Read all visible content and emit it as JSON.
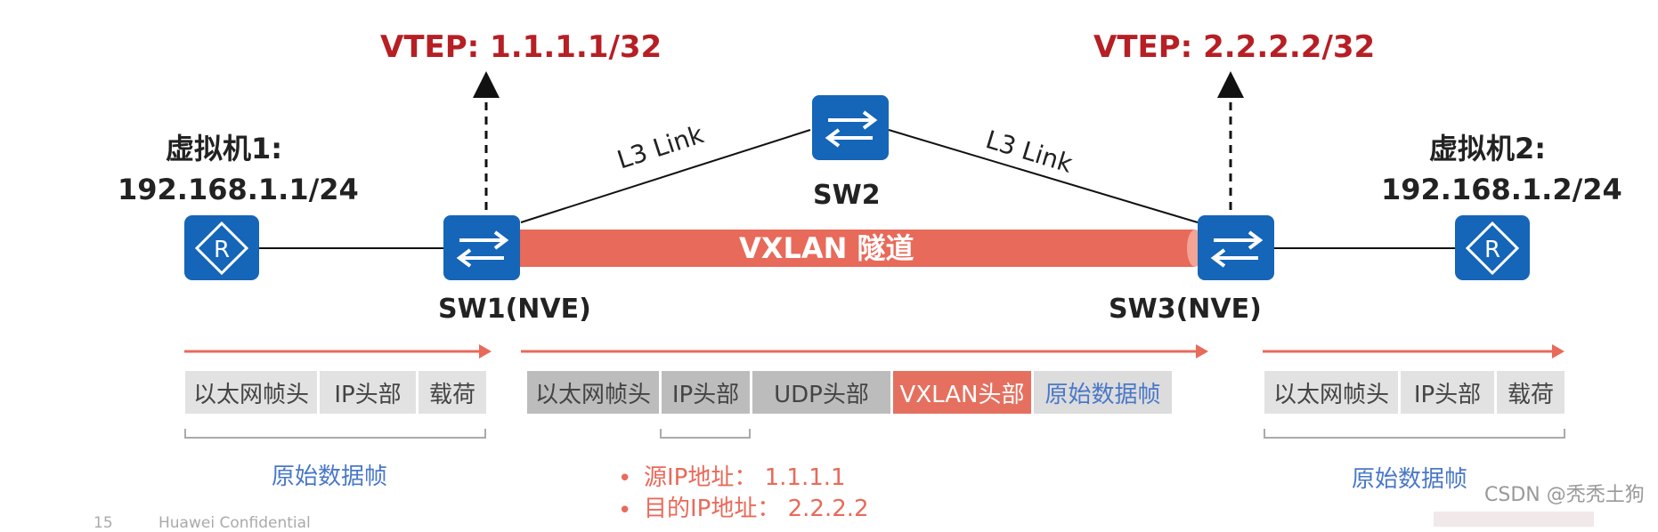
{
  "vtep_left": "VTEP: 1.1.1.1/32",
  "vtep_right": "VTEP: 2.2.2.2/32",
  "vm1": {
    "name": "虚拟机1:",
    "ip": "192.168.1.1/24"
  },
  "vm2": {
    "name": "虚拟机2:",
    "ip": "192.168.1.2/24"
  },
  "link_left": "L3 Link",
  "link_right": "L3 Link",
  "sw1": "SW1(NVE)",
  "sw2": "SW2",
  "sw3": "SW3(NVE)",
  "tunnel": "VXLAN 隧道",
  "router_glyph": "R",
  "frame_left": {
    "cells": [
      "以太网帧头",
      "IP头部",
      "载荷"
    ],
    "label": "原始数据帧"
  },
  "frame_mid": {
    "cells": [
      "以太网帧头",
      "IP头部",
      "UDP头部",
      "VXLAN头部",
      "原始数据帧"
    ]
  },
  "frame_right": {
    "cells": [
      "以太网帧头",
      "IP头部",
      "载荷"
    ],
    "label": "原始数据帧"
  },
  "ip_notes": {
    "src": "源IP地址：  1.1.1.1",
    "dst": "目的IP地址：  2.2.2.2"
  },
  "footer": {
    "page": "15",
    "text": "Huawei Confidential"
  },
  "watermark": "CSDN @秃秃土狗",
  "colors": {
    "device_blue": "#1565b8",
    "tunnel": "#e86a5a",
    "vtep_red": "#b61f24",
    "label_blue": "#4a78c8"
  },
  "icons": {
    "router": "router-icon",
    "switch": "switch-icon"
  }
}
